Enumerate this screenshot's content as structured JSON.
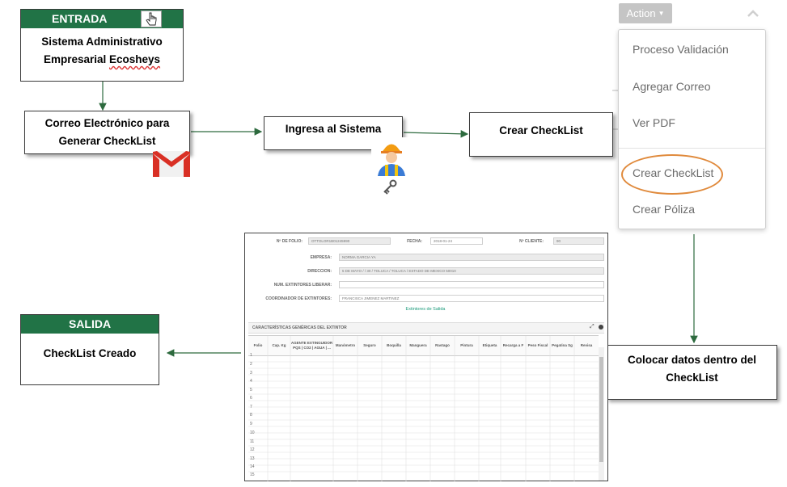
{
  "entrada": {
    "header": "ENTRADA",
    "line1": "Sistema Administrativo",
    "line2_prefix": "Empresarial ",
    "line2_brand": "Ecosheys"
  },
  "correo": {
    "line1": "Correo Electrónico para",
    "line2": "Generar CheckList"
  },
  "ingresa": {
    "label": "Ingresa al Sistema"
  },
  "crear": {
    "label": "Crear CheckList"
  },
  "colocar": {
    "line1": "Colocar datos dentro del",
    "line2": "CheckList"
  },
  "salida": {
    "header": "SALIDA",
    "label": "CheckList Creado"
  },
  "action_button": {
    "label": "Action"
  },
  "action_menu": {
    "items": [
      "Proceso Validación",
      "Agregar Correo",
      "Ver PDF",
      "Crear CheckList",
      "Crear Póliza"
    ],
    "highlighted": "Crear CheckList"
  },
  "form": {
    "folio_label": "Nº DE FOLIO:",
    "folio_value": "OTTOLOR1B01245990",
    "fecha_label": "FECHA:",
    "fecha_value": "2018-01-24",
    "cliente_label": "Nº CLIENTE:",
    "cliente_value": "90",
    "empresa_label": "EMPRESA:",
    "empresa_value": "NORMA GARCIA YA",
    "direccion_label": "DIRECCION:",
    "direccion_value": "5 DE MAYO / / 30 / TOLUCA / TOLUCA / ESTADO DE MEXICO 50010",
    "num_label": "NUM. EXTINTORES LIBERAR:",
    "coord_label": "COORDINADOR DE EXTINTORES:",
    "coord_value": "FRANCISCA JIMENEZ MARTINEZ",
    "link": "Extintores de Salida",
    "section_title": "CARACTERÍSTICAS GENÉRICAS DEL EXTINTOR",
    "columns": [
      "Folio",
      "Cap. Kg",
      "AGENTE EXTINGUIDOR PQS | CO2 | AGUA | ...",
      "Manómetro",
      "Seguro",
      "Boquilla",
      "Manguera",
      "Rastago",
      "Pintura",
      "Etiqueta",
      "Recarga a F",
      "Peso Fiscal",
      "Pegatina Sg",
      "Revisa"
    ],
    "rows": [
      "1",
      "2",
      "3",
      "4",
      "5",
      "6",
      "7",
      "8",
      "9",
      "10",
      "11",
      "12",
      "13",
      "14",
      "15"
    ]
  },
  "colors": {
    "header_green": "#217346",
    "arrow_green": "#2d6a3e",
    "highlight_orange": "#e08a3c",
    "menu_text": "#6b6b6b",
    "gmail_red": "#d93025"
  },
  "icons": [
    "hand-pointer-icon",
    "gmail-icon",
    "worker-key-icon",
    "chevron-up-icon",
    "caret-down-icon"
  ]
}
